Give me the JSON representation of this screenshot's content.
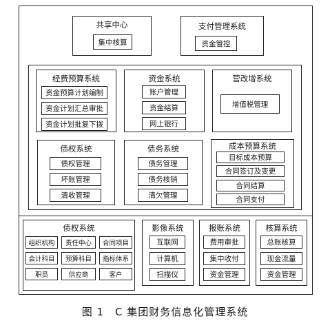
{
  "diagram": {
    "top_left": {
      "title": "共享中心",
      "item": "集中核算"
    },
    "top_right": {
      "title": "支付管理系统",
      "item": "资金管控"
    },
    "middle": {
      "budget": {
        "title": "经费预算系统",
        "items": [
          "资金预算计划编制",
          "资金计划汇总审批",
          "资金计划批复下拨"
        ]
      },
      "funds": {
        "title": "资金系统",
        "items": [
          "账户管理",
          "资金结算",
          "网上银行"
        ]
      },
      "vat": {
        "title": "营改增系统",
        "items": [
          "增值税管理"
        ]
      },
      "creditor": {
        "title": "债权系统",
        "items": [
          "债权管理",
          "坏账管理",
          "清收管理"
        ]
      },
      "debt": {
        "title": "债务系统",
        "items": [
          "债务管理",
          "债务核销",
          "清欠管理"
        ]
      },
      "cost": {
        "title": "成本预算系统",
        "items": [
          "目标成本预算",
          "合同签订及变更",
          "合同结算",
          "合同支付"
        ]
      }
    },
    "bottom": {
      "creditor": {
        "title": "债权系统",
        "items": [
          "组织机构",
          "责任中心",
          "合同项目",
          "会计科目",
          "预算科目",
          "指标体系",
          "职员",
          "供应商",
          "客户"
        ]
      },
      "image": {
        "title": "影像系统",
        "items": [
          "互联网",
          "计算机",
          "扫描仪"
        ]
      },
      "reimburse": {
        "title": "报账系统",
        "items": [
          "费用审批",
          "集中收付",
          "资金管理"
        ]
      },
      "accounting": {
        "title": "核算系统",
        "items": [
          "总账核算",
          "现金流量",
          "资金管理"
        ]
      }
    }
  },
  "caption": "图 1　C 集团财务信息化管理系统"
}
